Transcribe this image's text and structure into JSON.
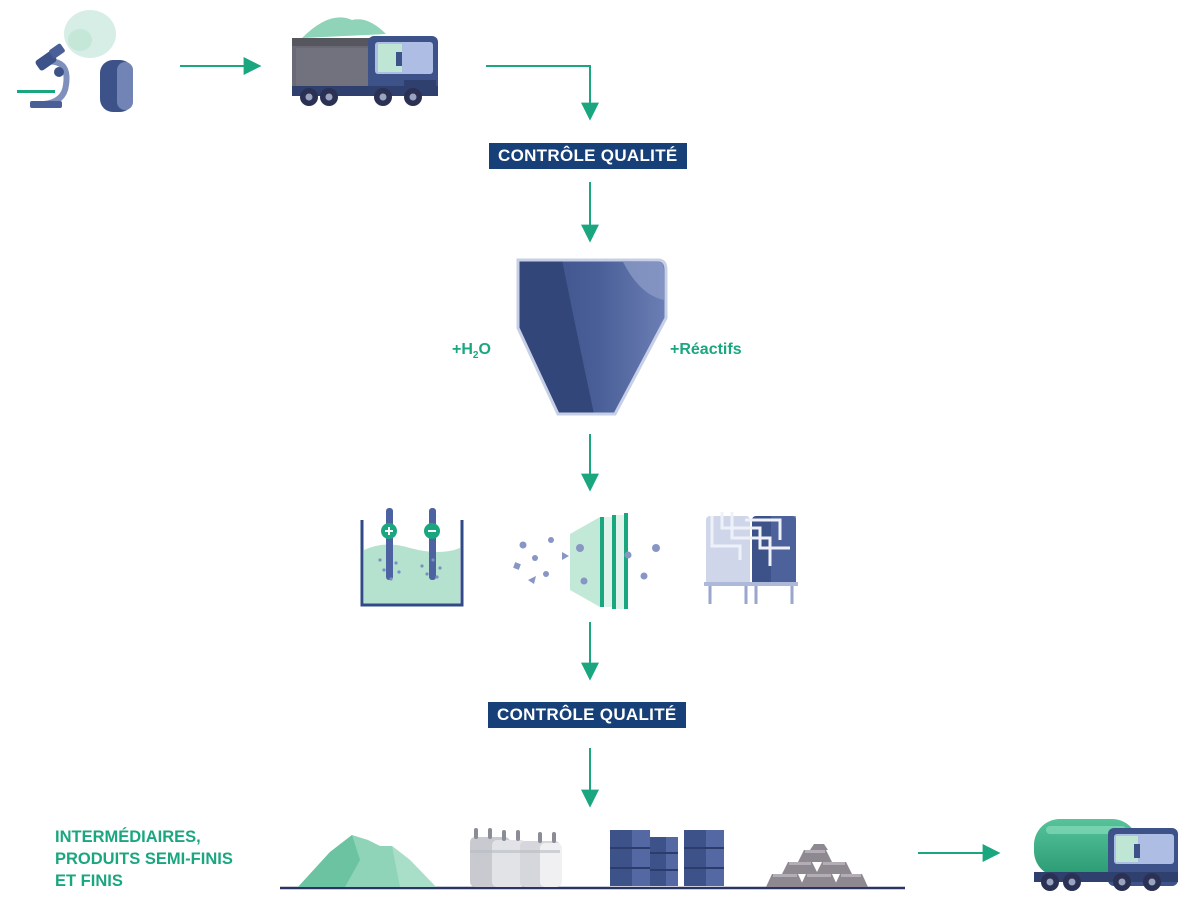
{
  "labels": {
    "quality_control_1": "CONTRÔLE QUALITÉ",
    "quality_control_2": "CONTRÔLE QUALITÉ",
    "water": {
      "prefix": "+H",
      "subscript": "2",
      "suffix": "O"
    },
    "reagents": "+Réactifs",
    "products": [
      "INTERMÉDIAIRES,",
      "PRODUITS SEMI-FINIS",
      "ET FINIS"
    ]
  },
  "icons": [
    "microscope-icon",
    "sample-container-icon",
    "dump-truck-icon",
    "hopper-icon",
    "electrolysis-tank-icon",
    "filtration-membrane-icon",
    "distillation-columns-icon",
    "ore-pile-icon",
    "big-bags-icon",
    "barrels-icon",
    "ingot-stack-icon",
    "tanker-truck-icon"
  ],
  "colors": {
    "accent_green": "#1aa77f",
    "label_navy": "#173f78",
    "icon_blue": "#3d5288",
    "mint": "#8fd3b8"
  }
}
